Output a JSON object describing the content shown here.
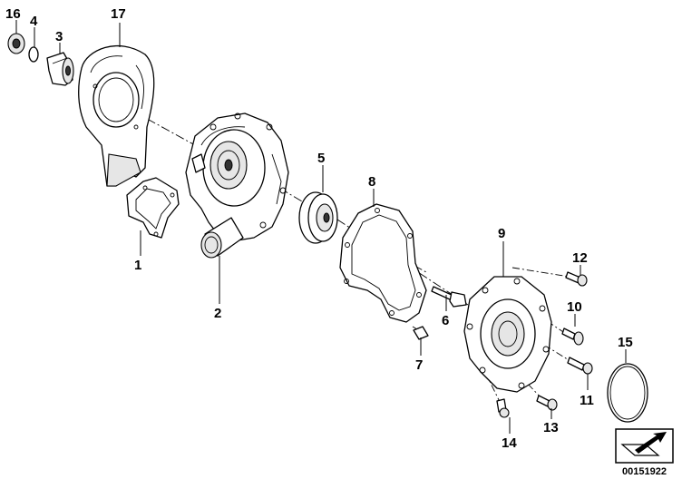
{
  "diagram": {
    "parts": [
      {
        "id": "1",
        "label": "1",
        "name": "gasket-small"
      },
      {
        "id": "2",
        "label": "2",
        "name": "pump-housing"
      },
      {
        "id": "3",
        "label": "3",
        "name": "seal-bushing"
      },
      {
        "id": "4",
        "label": "4",
        "name": "o-ring-small"
      },
      {
        "id": "5",
        "label": "5",
        "name": "impeller-pulley"
      },
      {
        "id": "6",
        "label": "6",
        "name": "bolt-flanged"
      },
      {
        "id": "7",
        "label": "7",
        "name": "dowel-pin"
      },
      {
        "id": "8",
        "label": "8",
        "name": "gasket-large"
      },
      {
        "id": "9",
        "label": "9",
        "name": "pump-cover"
      },
      {
        "id": "10",
        "label": "10",
        "name": "bleed-screw"
      },
      {
        "id": "11",
        "label": "11",
        "name": "screw-side"
      },
      {
        "id": "12",
        "label": "12",
        "name": "screw-top"
      },
      {
        "id": "13",
        "label": "13",
        "name": "screw-lower"
      },
      {
        "id": "14",
        "label": "14",
        "name": "screw-bottom"
      },
      {
        "id": "15",
        "label": "15",
        "name": "o-ring-large"
      },
      {
        "id": "16",
        "label": "16",
        "name": "shaft-nut"
      },
      {
        "id": "17",
        "label": "17",
        "name": "heat-shield"
      }
    ],
    "document_number": "00151922",
    "colors": {
      "ink": "#000000",
      "background": "#ffffff"
    },
    "icons": {
      "corner": "arrow-icon"
    }
  }
}
